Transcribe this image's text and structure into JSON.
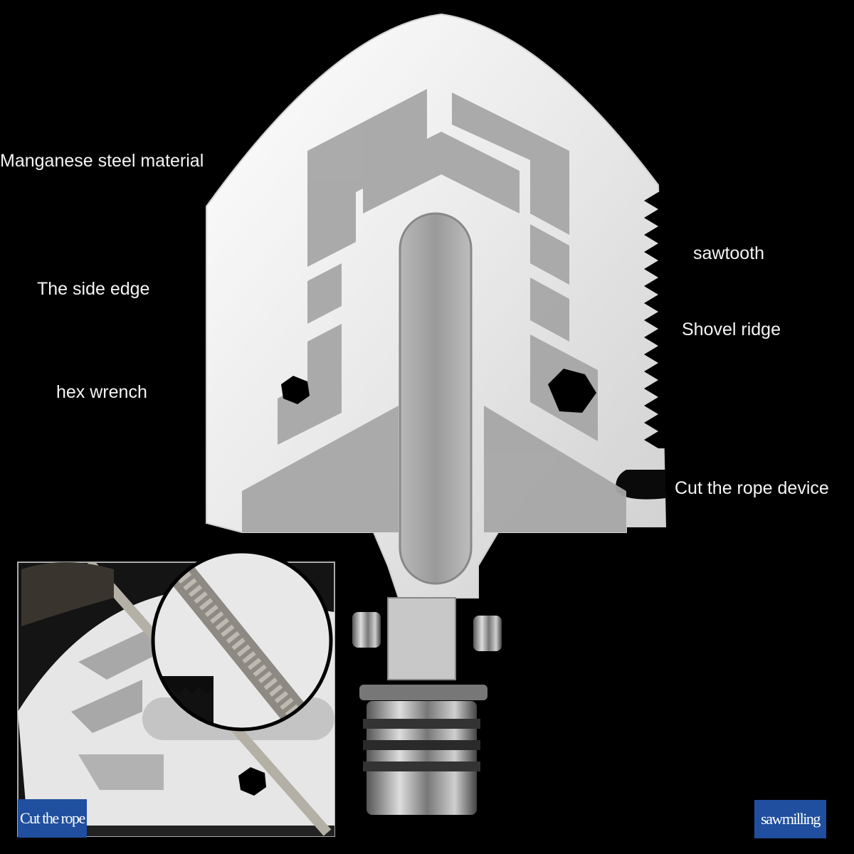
{
  "callouts": {
    "manganese": "Manganese steel material",
    "side_edge": "The side edge",
    "hex_wrench": "hex wrench",
    "sawtooth": "sawtooth",
    "shovel_ridge": "Shovel ridge",
    "rope_cutter": "Cut the rope device"
  },
  "insets": {
    "left_tag": "Cut the rope",
    "right_tag": "sawmilling"
  },
  "colors": {
    "background": "#000000",
    "callout_line": "#3fd0e0",
    "tag_bg": "#1f4f9e",
    "steel_light": "#eeeeee",
    "steel_mid": "#a9a9a9"
  }
}
